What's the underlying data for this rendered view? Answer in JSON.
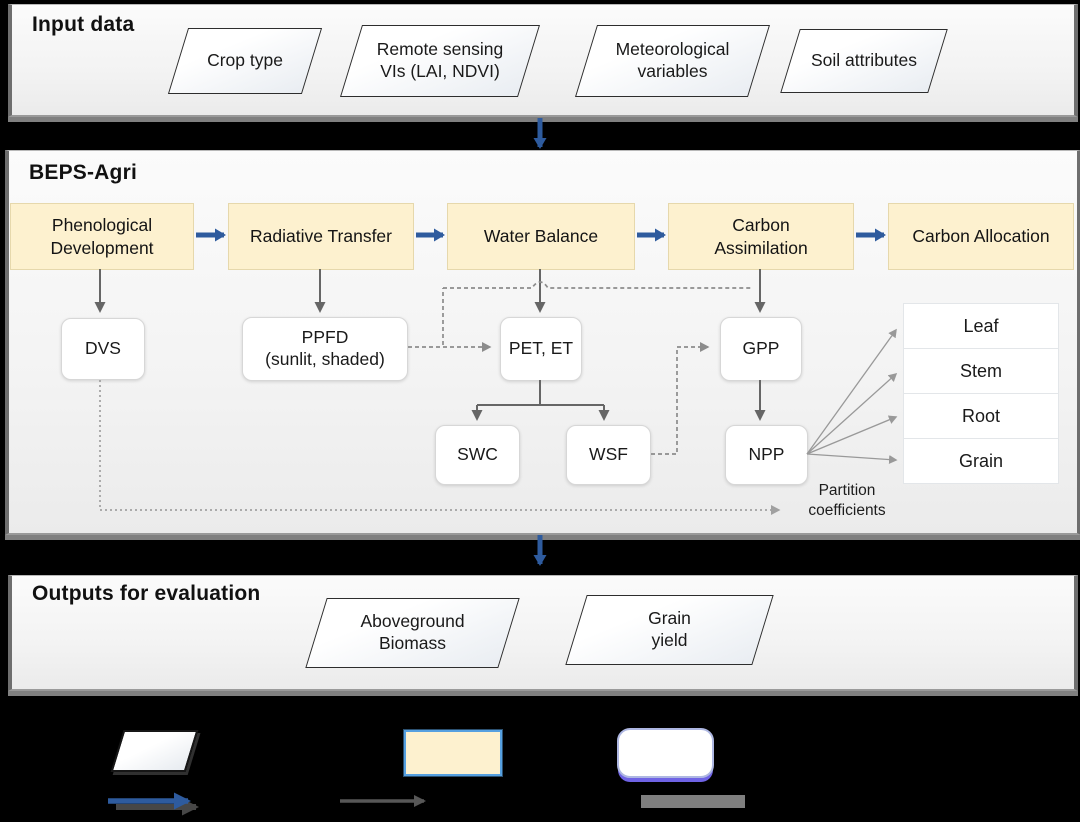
{
  "panels": {
    "input": {
      "title": "Input data"
    },
    "model": {
      "title": "BEPS-Agri"
    },
    "outputs": {
      "title": "Outputs for evaluation"
    }
  },
  "input_nodes": [
    {
      "label": "Crop type"
    },
    {
      "label": "Remote sensing\nVIs (LAI, NDVI)"
    },
    {
      "label": "Meteorological\nvariables"
    },
    {
      "label": "Soil attributes"
    }
  ],
  "process_nodes": [
    {
      "label": "Phenological\nDevelopment"
    },
    {
      "label": "Radiative Transfer"
    },
    {
      "label": "Water Balance"
    },
    {
      "label": "Carbon\nAssimilation"
    },
    {
      "label": "Carbon Allocation"
    }
  ],
  "variable_nodes": [
    {
      "label": "DVS"
    },
    {
      "label": "PPFD\n(sunlit, shaded)"
    },
    {
      "label": "PET, ET"
    },
    {
      "label": "GPP"
    },
    {
      "label": "SWC"
    },
    {
      "label": "WSF"
    },
    {
      "label": "NPP"
    }
  ],
  "carbon_pools": [
    {
      "label": "Leaf"
    },
    {
      "label": "Stem"
    },
    {
      "label": "Root"
    },
    {
      "label": "Grain"
    }
  ],
  "annotations": {
    "partition": "Partition\ncoefficients"
  },
  "output_nodes": [
    {
      "label": "Aboveground\nBiomass"
    },
    {
      "label": "Grain\nyield"
    }
  ],
  "colors": {
    "accent_blue": "#2e5b9e",
    "process_fill": "#fdf1cf",
    "panel_bg": "#f3f3f3",
    "solid_connector": "#666666",
    "dashed_connector": "#8c8c8c",
    "dotted_connector": "#a0a0a0"
  }
}
